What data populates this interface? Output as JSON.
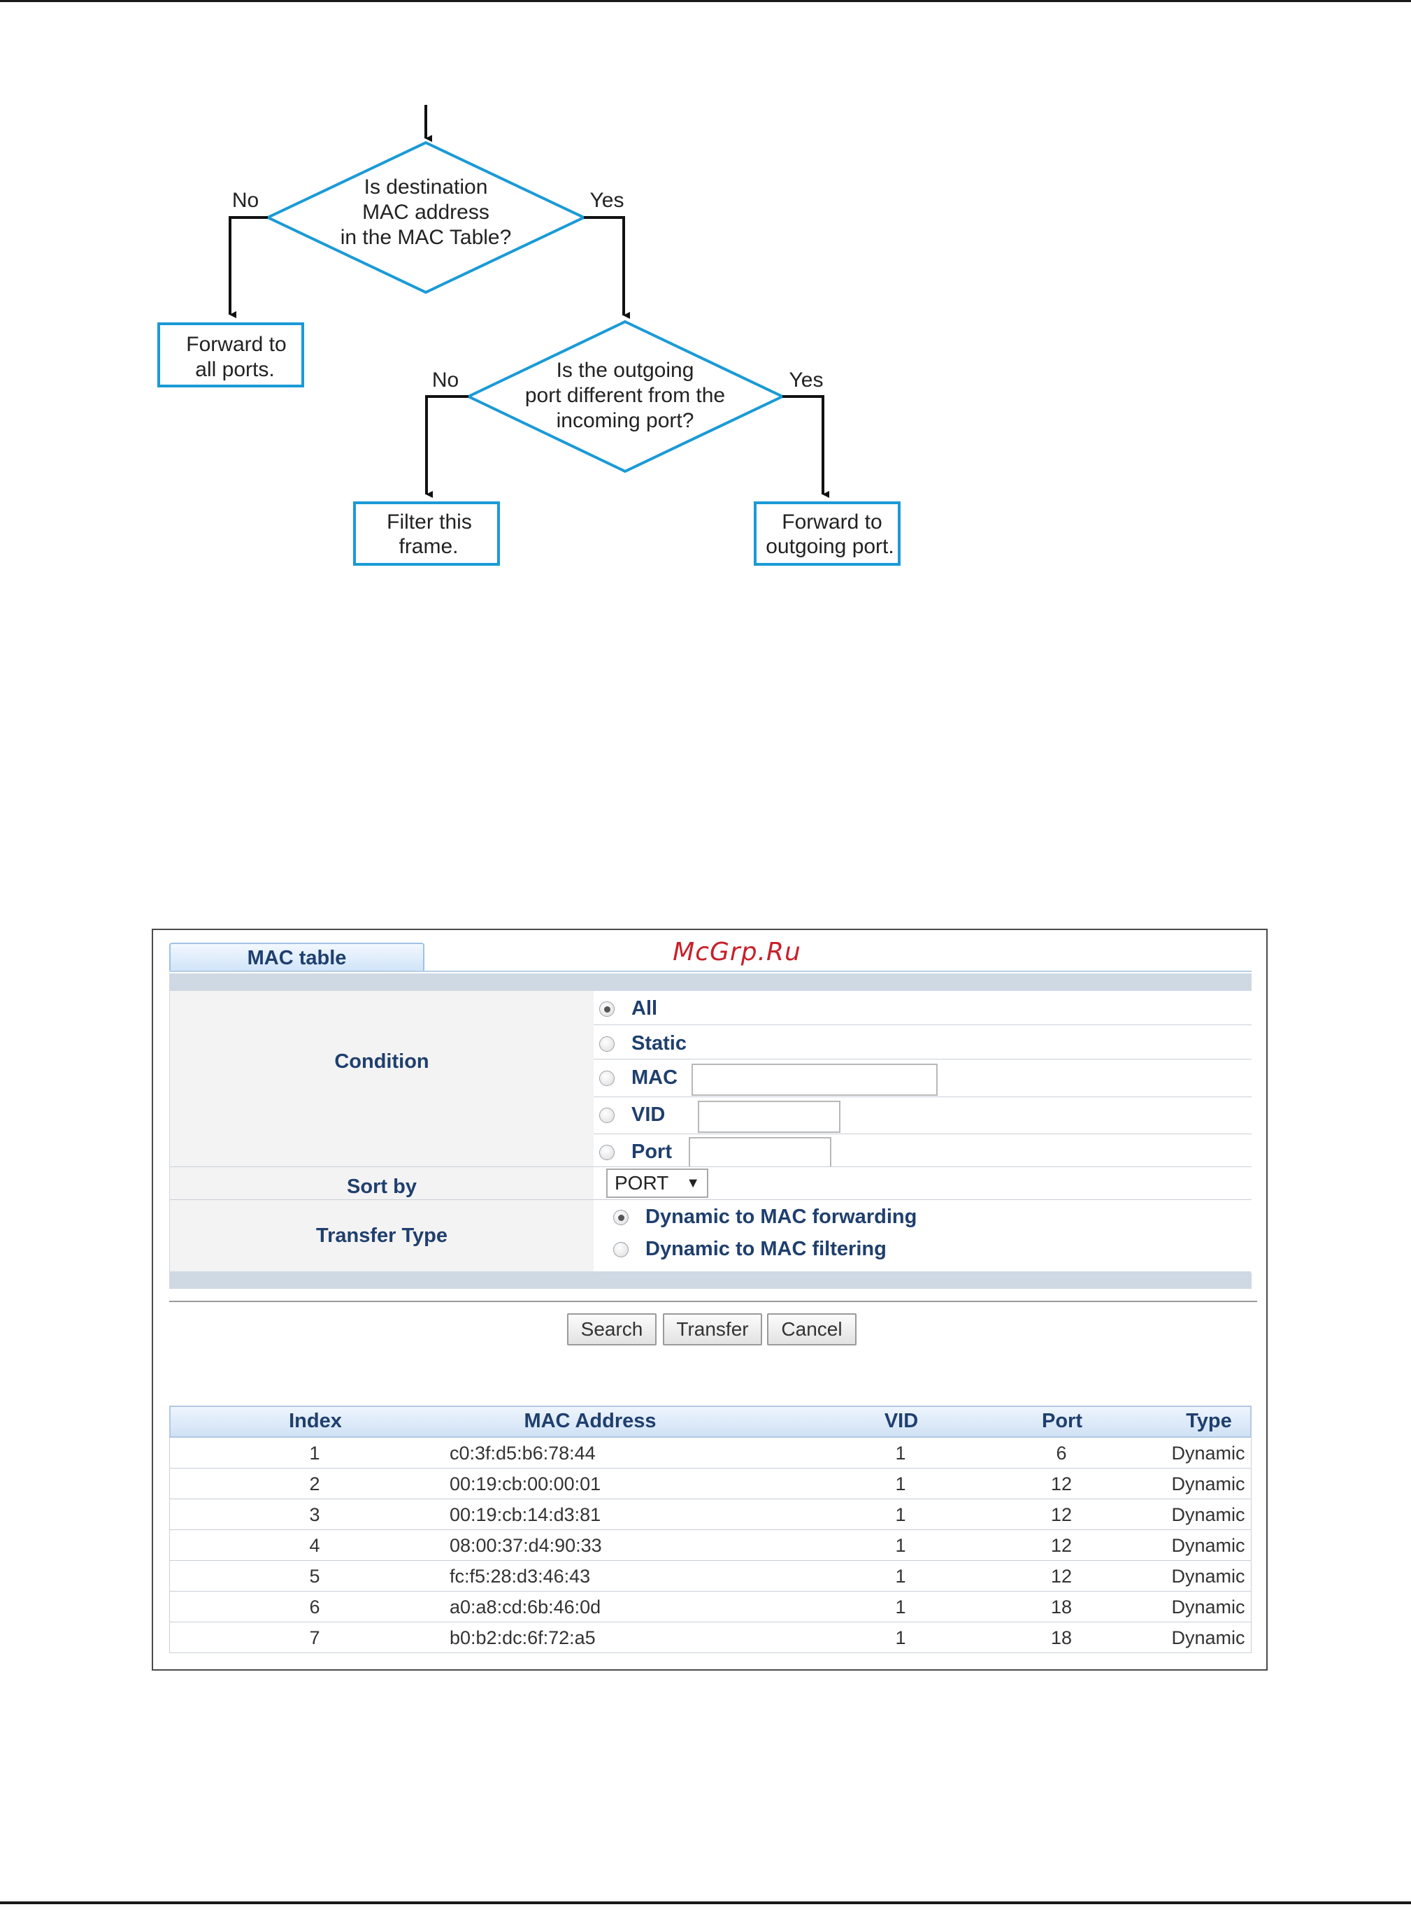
{
  "flowchart": {
    "decision1": {
      "lines": [
        "Is destination",
        "MAC address",
        "in the MAC Table?"
      ],
      "no": "No",
      "yes": "Yes"
    },
    "forward_all": [
      "Forward to",
      "all ports."
    ],
    "decision2": {
      "lines": [
        "Is the outgoing",
        "port different from the",
        "incoming port?"
      ],
      "no": "No",
      "yes": "Yes"
    },
    "filter_frame": [
      "Filter this",
      "frame."
    ],
    "forward_out": [
      "Forward to",
      "outgoing port."
    ]
  },
  "watermark": "McGrp.Ru",
  "mac_table": {
    "tab_label": "MAC table",
    "condition": {
      "label": "Condition",
      "options": [
        {
          "label": "All",
          "selected": true
        },
        {
          "label": "Static",
          "selected": false
        },
        {
          "label": "MAC",
          "selected": false
        },
        {
          "label": "VID",
          "selected": false
        },
        {
          "label": "Port",
          "selected": false
        }
      ]
    },
    "sort_by": {
      "label": "Sort by",
      "value": "PORT"
    },
    "transfer_type": {
      "label": "Transfer Type",
      "options": [
        {
          "label": "Dynamic to MAC forwarding",
          "selected": true
        },
        {
          "label": "Dynamic to MAC filtering",
          "selected": false
        }
      ]
    },
    "buttons": {
      "search": "Search",
      "transfer": "Transfer",
      "cancel": "Cancel"
    },
    "columns": [
      "Index",
      "MAC Address",
      "VID",
      "Port",
      "Type"
    ],
    "rows": [
      [
        "1",
        "c0:3f:d5:b6:78:44",
        "1",
        "6",
        "Dynamic"
      ],
      [
        "2",
        "00:19:cb:00:00:01",
        "1",
        "12",
        "Dynamic"
      ],
      [
        "3",
        "00:19:cb:14:d3:81",
        "1",
        "12",
        "Dynamic"
      ],
      [
        "4",
        "08:00:37:d4:90:33",
        "1",
        "12",
        "Dynamic"
      ],
      [
        "5",
        "fc:f5:28:d3:46:43",
        "1",
        "12",
        "Dynamic"
      ],
      [
        "6",
        "a0:a8:cd:6b:46:0d",
        "1",
        "18",
        "Dynamic"
      ],
      [
        "7",
        "b0:b2:dc:6f:72:a5",
        "1",
        "18",
        "Dynamic"
      ]
    ]
  },
  "colors": {
    "flow_outline": "#1a9ad6",
    "label_blue": "#1f3f6e",
    "watermark": "#c8202a"
  }
}
